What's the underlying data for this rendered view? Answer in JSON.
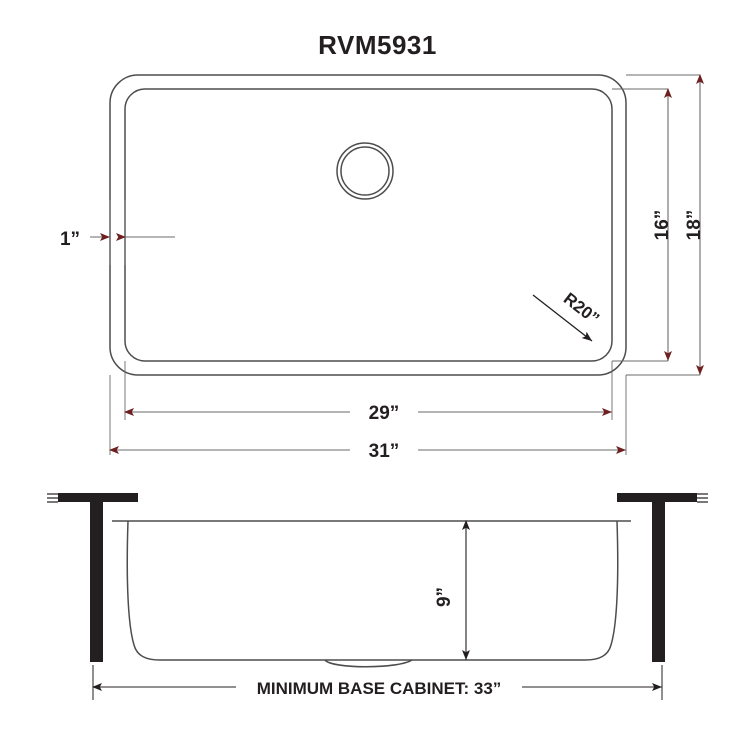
{
  "document": {
    "title": "RVM5931",
    "type": "technical-specification-drawing",
    "product": "undermount-kitchen-sink"
  },
  "colors": {
    "line": "#4d4d4d",
    "dimension_line": "#6b6b6b",
    "arrow": "#6e1f1f",
    "solid_fill": "#231f20",
    "background": "#ffffff"
  },
  "top_view": {
    "name": "top-view",
    "dimensions": {
      "rim_width": "31”",
      "basin_width": "29”",
      "rim_depth": "18”",
      "basin_depth": "16”",
      "rim_offset": "1”",
      "corner_radius": "R20”"
    }
  },
  "cross_section": {
    "name": "cross-section-view",
    "dimensions": {
      "basin_depth": "9”",
      "cabinet_note": "MINIMUM BASE CABINET: 33”"
    }
  },
  "labels": {
    "title": "RVM5931",
    "width_overall": "31”",
    "width_basin": "29”",
    "height_overall": "18”",
    "height_basin": "16”",
    "rim_lip": "1”",
    "radius": "R20”",
    "depth": "9”",
    "base_cabinet": "MINIMUM BASE CABINET: 33”"
  }
}
